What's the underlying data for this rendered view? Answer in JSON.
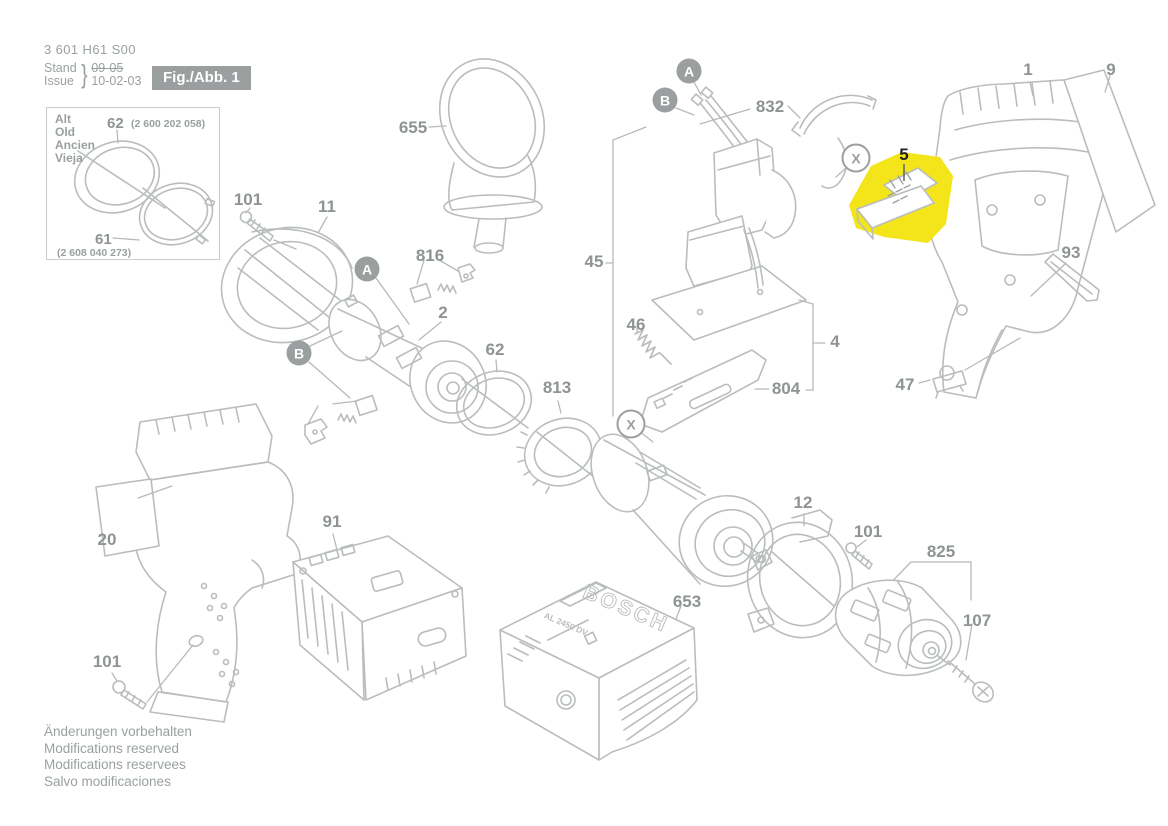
{
  "header": {
    "type_number": "3 601 H61 S00",
    "stand_label": "Stand",
    "issue_label": "Issue",
    "brace": "}",
    "superseded_date": "09-05",
    "current_date": "10-02-03",
    "figure_label": "Fig./Abb. 1"
  },
  "legacy_box": {
    "labels": [
      "Alt",
      "Old",
      "Ancien",
      "Vieja"
    ],
    "new_ring": {
      "number": "62",
      "code": "(2 600 202 058)"
    },
    "old_ring": {
      "number": "61",
      "code": "(2 608 040 273)"
    }
  },
  "callouts": {
    "c655": "655",
    "c101": "101",
    "c11": "11",
    "c816": "816",
    "c2": "2",
    "c62": "62",
    "c813": "813",
    "c832": "832",
    "c45": "45",
    "c46": "46",
    "c4": "4",
    "c804": "804",
    "c1": "1",
    "c9": "9",
    "c5": "5",
    "c93": "93",
    "c47": "47",
    "c20": "20",
    "c91": "91",
    "c653": "653",
    "c12": "12",
    "c825": "825",
    "c107": "107"
  },
  "markers": {
    "a": "A",
    "b": "B",
    "x": "X"
  },
  "charger_art": {
    "brand": "BOSCH",
    "model": "AL 2450 DV"
  },
  "footer": {
    "lines": [
      "Änderungen vorbehalten",
      "Modifications reserved",
      "Modifications reservees",
      "Salvo modificaciones"
    ]
  },
  "colors": {
    "line": "#b9bdbd",
    "label": "#8e9394",
    "highlight": "#f3e519",
    "badge": "#9c9fa0"
  }
}
